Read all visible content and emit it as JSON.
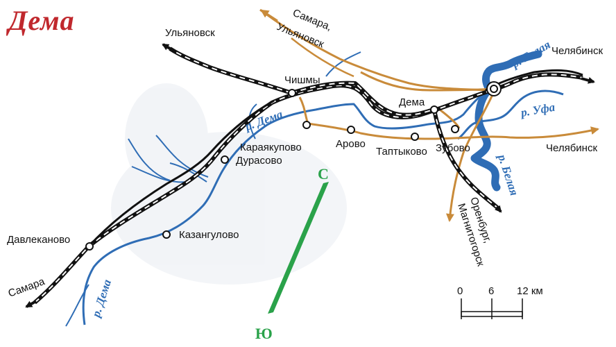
{
  "title": "Дема",
  "colors": {
    "title": "#c0282d",
    "river": "#2f6db5",
    "road": "#c98b3a",
    "rail": "#111111",
    "compass": "#2aa24a"
  },
  "rivers": {
    "dema_1": "р. Дема",
    "dema_2": "р. Дема",
    "belaya_1": "р. Белая",
    "belaya_2": "р. Белая",
    "ufa": "р. Уфа"
  },
  "places": {
    "chishmy": "Чишмы",
    "dema": "Дема",
    "karayakupovo": "Караякупово",
    "arovo": "Арово",
    "taptykovo": "Таптыково",
    "zubovo": "Зубово",
    "durasovo": "Дурасово",
    "kazangulovo": "Казангулово",
    "davlekanovo": "Давлеканово"
  },
  "directions": {
    "ulyanovsk": "Ульяновск",
    "samara_ulyanovsk_1": "Самара,",
    "samara_ulyanovsk_2": "Ульяновск",
    "chelyabinsk_rail": "Челябинск",
    "chelyabinsk_road": "Челябинск",
    "samara": "Самара",
    "orenburg_1": "Оренбург,",
    "orenburg_2": "Магнитогорск"
  },
  "compass": {
    "north": "С",
    "south": "Ю"
  },
  "scale": {
    "t0": "0",
    "t1": "6",
    "t2": "12 км"
  }
}
